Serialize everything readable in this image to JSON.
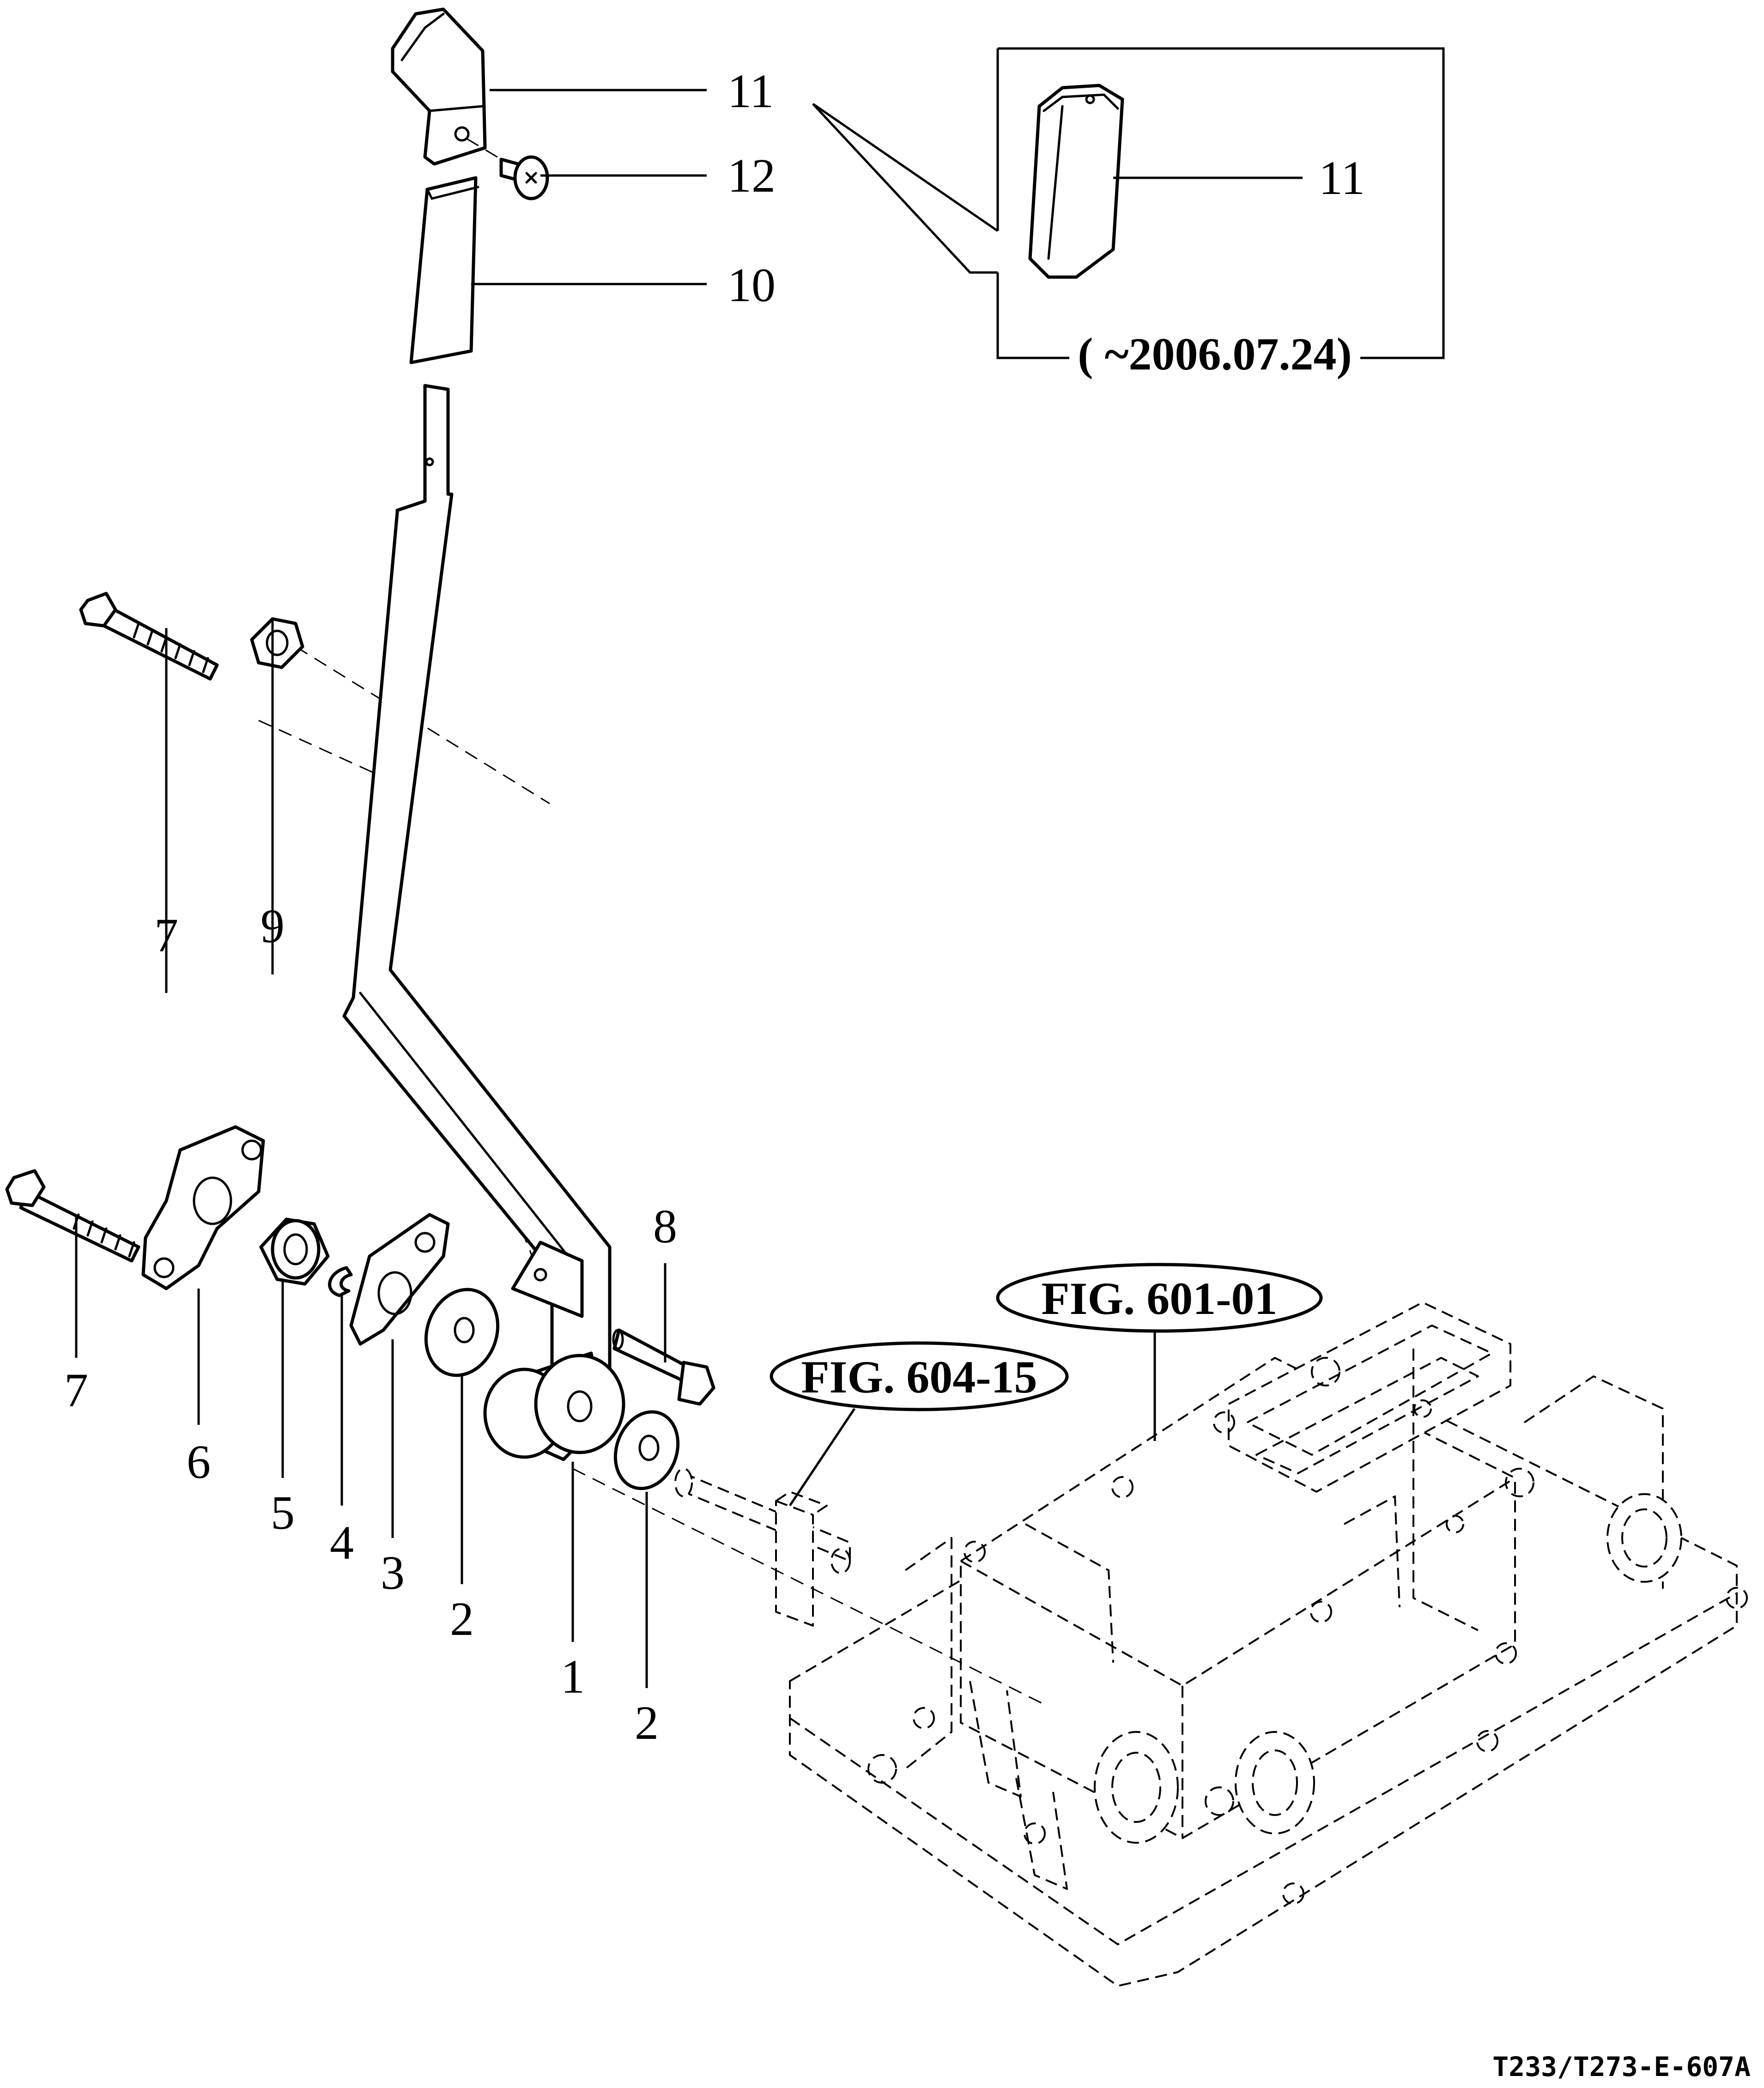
{
  "callouts": {
    "p1": "1",
    "p2a": "2",
    "p2b": "2",
    "p3": "3",
    "p4": "4",
    "p5": "5",
    "p6": "6",
    "p7a": "7",
    "p7b": "7",
    "p8": "8",
    "p9": "9",
    "p10": "10",
    "p11": "11",
    "p11_inset": "11",
    "p12": "12"
  },
  "inset": {
    "date_range": "( ~2006.07.24)"
  },
  "references": {
    "fig_housing": "FIG. 601-01",
    "fig_shaft": "FIG. 604-15"
  },
  "drawing_code": "T233/T273-E-607A"
}
